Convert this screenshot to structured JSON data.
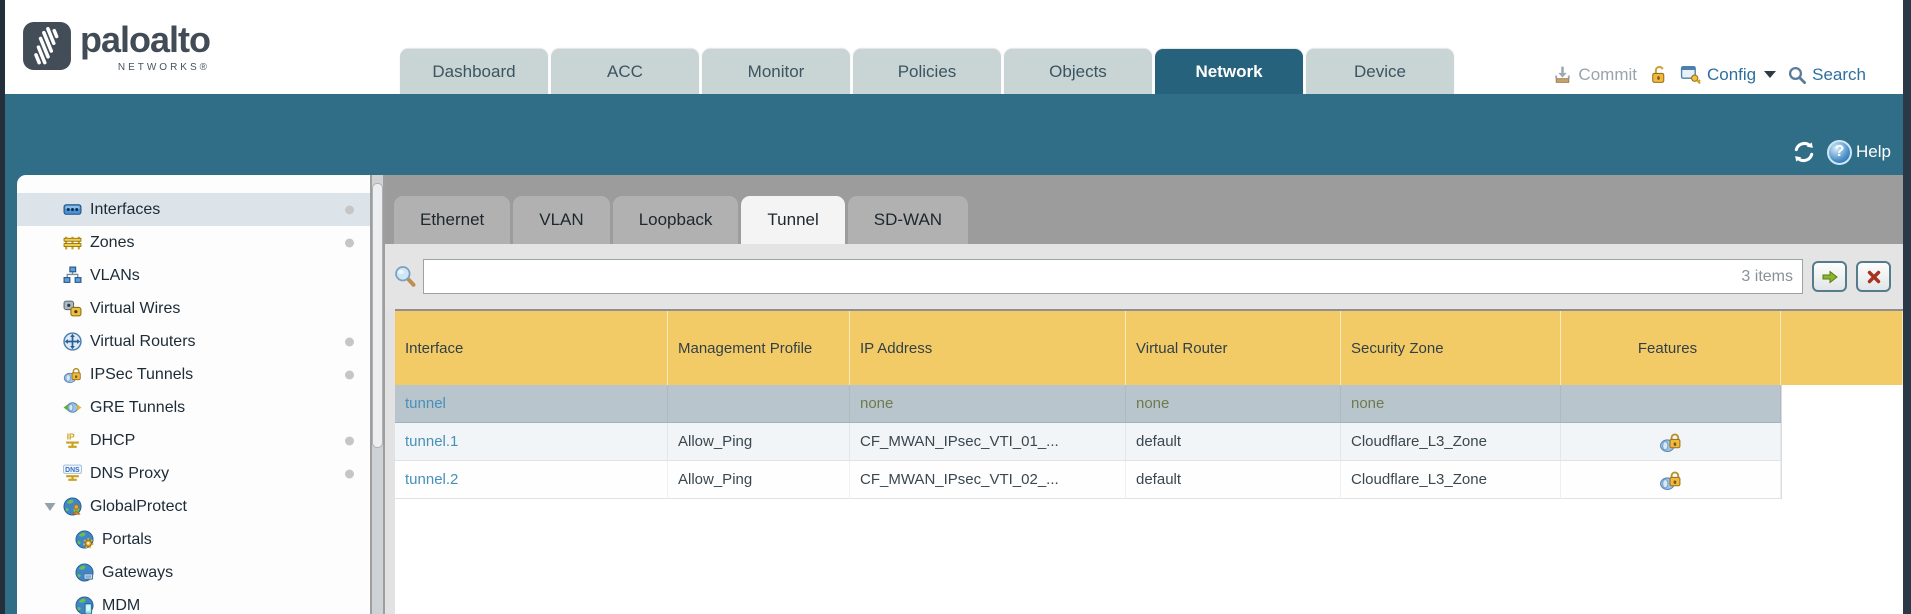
{
  "colors": {
    "accent_teal": "#306e88",
    "active_tab": "#27627d",
    "table_header_yellow": "#f3cb66",
    "selected_row": "#b9c5cc",
    "link_blue": "#4790b8",
    "sidebar_selected": "#dce4ea"
  },
  "header": {
    "brand": {
      "name": "paloalto",
      "sub": "NETWORKS®"
    },
    "nav_tabs": [
      {
        "label": "Dashboard",
        "active": false
      },
      {
        "label": "ACC",
        "active": false
      },
      {
        "label": "Monitor",
        "active": false
      },
      {
        "label": "Policies",
        "active": false
      },
      {
        "label": "Objects",
        "active": false
      },
      {
        "label": "Network",
        "active": true
      },
      {
        "label": "Device",
        "active": false
      }
    ],
    "actions": {
      "commit": "Commit",
      "commit_icon": "commit-icon",
      "lock_icon": "unlocked-padlock-icon",
      "config": "Config",
      "config_icon": "config-icon",
      "search": "Search",
      "search_icon": "search-icon"
    }
  },
  "teal_bar": {
    "refresh_icon": "refresh-icon",
    "help_icon": "help-icon",
    "help_label": "Help"
  },
  "sidebar": {
    "items": [
      {
        "label": "Interfaces",
        "icon": "interfaces-icon",
        "selected": true,
        "dot": true,
        "child": false,
        "expander": false
      },
      {
        "label": "Zones",
        "icon": "zones-icon",
        "selected": false,
        "dot": true,
        "child": false,
        "expander": false
      },
      {
        "label": "VLANs",
        "icon": "vlans-icon",
        "selected": false,
        "dot": false,
        "child": false,
        "expander": false
      },
      {
        "label": "Virtual Wires",
        "icon": "virtual-wires-icon",
        "selected": false,
        "dot": false,
        "child": false,
        "expander": false
      },
      {
        "label": "Virtual Routers",
        "icon": "virtual-routers-icon",
        "selected": false,
        "dot": true,
        "child": false,
        "expander": false
      },
      {
        "label": "IPSec Tunnels",
        "icon": "ipsec-tunnels-icon",
        "selected": false,
        "dot": true,
        "child": false,
        "expander": false
      },
      {
        "label": "GRE Tunnels",
        "icon": "gre-tunnels-icon",
        "selected": false,
        "dot": false,
        "child": false,
        "expander": false
      },
      {
        "label": "DHCP",
        "icon": "dhcp-icon",
        "selected": false,
        "dot": true,
        "child": false,
        "expander": false
      },
      {
        "label": "DNS Proxy",
        "icon": "dns-proxy-icon",
        "selected": false,
        "dot": true,
        "child": false,
        "expander": false
      },
      {
        "label": "GlobalProtect",
        "icon": "globalprotect-icon",
        "selected": false,
        "dot": false,
        "child": false,
        "expander": true
      },
      {
        "label": "Portals",
        "icon": "portals-icon",
        "selected": false,
        "dot": false,
        "child": true,
        "expander": false
      },
      {
        "label": "Gateways",
        "icon": "gateways-icon",
        "selected": false,
        "dot": false,
        "child": true,
        "expander": false
      },
      {
        "label": "MDM",
        "icon": "mdm-icon",
        "selected": false,
        "dot": false,
        "child": true,
        "expander": false
      }
    ]
  },
  "main": {
    "tabs": [
      {
        "label": "Ethernet",
        "active": false
      },
      {
        "label": "VLAN",
        "active": false
      },
      {
        "label": "Loopback",
        "active": false
      },
      {
        "label": "Tunnel",
        "active": true
      },
      {
        "label": "SD-WAN",
        "active": false
      }
    ],
    "filter": {
      "value": "",
      "items_count": "3 items",
      "magnifier_icon": "search-magnifier-icon",
      "apply_icon": "green-arrow-icon",
      "clear_icon": "red-x-icon"
    },
    "table": {
      "columns": [
        "Interface",
        "Management Profile",
        "IP Address",
        "Virtual Router",
        "Security Zone",
        "Features"
      ],
      "rows": [
        {
          "interface": "tunnel",
          "management_profile": "",
          "ip_address": "none",
          "virtual_router": "none",
          "security_zone": "none",
          "features": "",
          "selected": true
        },
        {
          "interface": "tunnel.1",
          "management_profile": "Allow_Ping",
          "ip_address": "CF_MWAN_IPsec_VTI_01_...",
          "virtual_router": "default",
          "security_zone": "Cloudflare_L3_Zone",
          "features": "tunnel-lock-icon",
          "selected": false
        },
        {
          "interface": "tunnel.2",
          "management_profile": "Allow_Ping",
          "ip_address": "CF_MWAN_IPsec_VTI_02_...",
          "virtual_router": "default",
          "security_zone": "Cloudflare_L3_Zone",
          "features": "tunnel-lock-icon",
          "selected": false
        }
      ]
    }
  }
}
